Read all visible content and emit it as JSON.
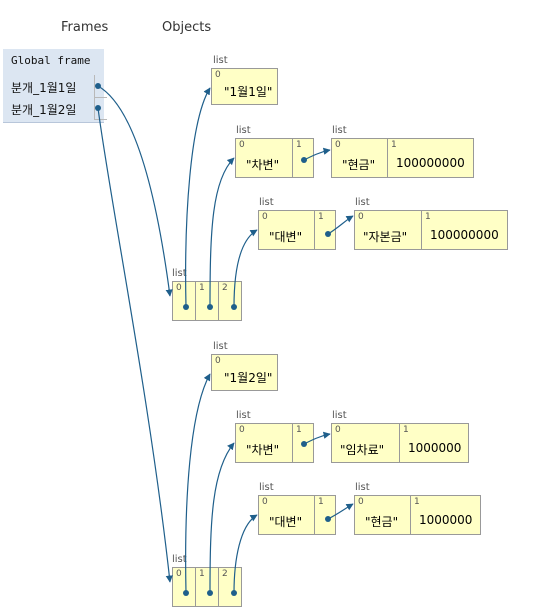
{
  "headers": {
    "frames": "Frames",
    "objects": "Objects"
  },
  "global_frame": {
    "title": "Global frame",
    "vars": [
      {
        "name": "분개_1월1일"
      },
      {
        "name": "분개_1월2일"
      }
    ]
  },
  "object_type_label": "list",
  "objects": {
    "date1": {
      "i0": "0",
      "v0": "\"1월1일\""
    },
    "debit1": {
      "i0": "0",
      "v0": "\"차변\"",
      "i1": "1"
    },
    "cash1": {
      "i0": "0",
      "v0": "\"현금\"",
      "i1": "1",
      "v1": "100000000"
    },
    "credit1": {
      "i0": "0",
      "v0": "\"대변\"",
      "i1": "1"
    },
    "capital1": {
      "i0": "0",
      "v0": "\"자본금\"",
      "i1": "1",
      "v1": "100000000"
    },
    "entry1": {
      "i0": "0",
      "i1": "1",
      "i2": "2"
    },
    "date2": {
      "i0": "0",
      "v0": "\"1월2일\""
    },
    "debit2": {
      "i0": "0",
      "v0": "\"차변\"",
      "i1": "1"
    },
    "rent2": {
      "i0": "0",
      "v0": "\"임차료\"",
      "i1": "1",
      "v1": "1000000"
    },
    "credit2": {
      "i0": "0",
      "v0": "\"대변\"",
      "i1": "1"
    },
    "cash2": {
      "i0": "0",
      "v0": "\"현금\"",
      "i1": "1",
      "v1": "1000000"
    },
    "entry2": {
      "i0": "0",
      "i1": "1",
      "i2": "2"
    }
  },
  "colors": {
    "cell_bg": "#ffffc6",
    "frame_bg": "#dce6f2",
    "pointer": "#1f5f8b"
  }
}
